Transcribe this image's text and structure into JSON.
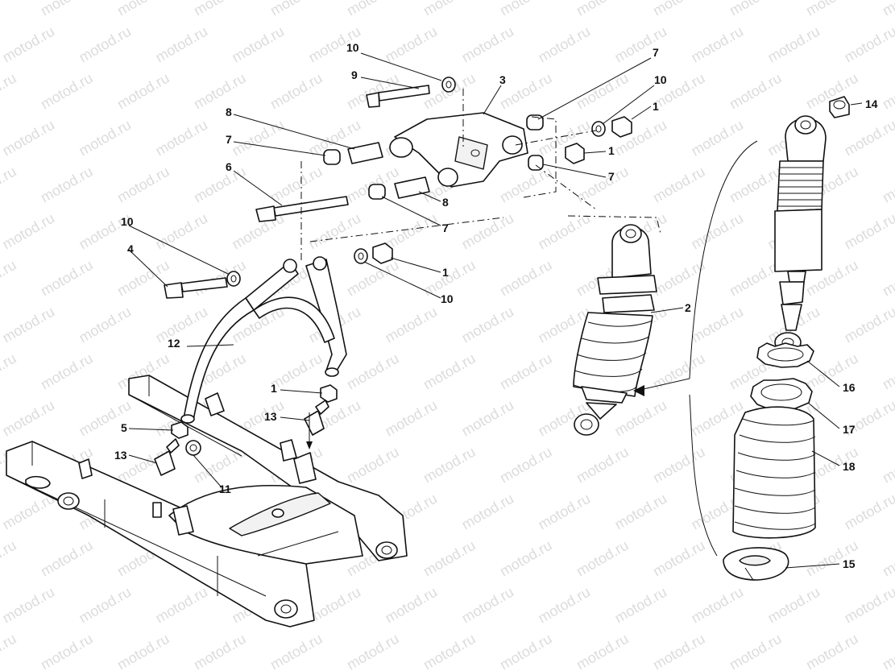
{
  "watermark": {
    "text": "motod.ru",
    "color": "#dcdcdc"
  },
  "callouts": [
    {
      "id": "c10a",
      "text": "10"
    },
    {
      "id": "c9",
      "text": "9"
    },
    {
      "id": "c3",
      "text": "3"
    },
    {
      "id": "c7a",
      "text": "7"
    },
    {
      "id": "c10b",
      "text": "10"
    },
    {
      "id": "c1a",
      "text": "1"
    },
    {
      "id": "c14",
      "text": "14"
    },
    {
      "id": "c8a",
      "text": "8"
    },
    {
      "id": "c7b",
      "text": "7"
    },
    {
      "id": "c1b",
      "text": "1"
    },
    {
      "id": "c7c",
      "text": "7"
    },
    {
      "id": "c6",
      "text": "6"
    },
    {
      "id": "c8b",
      "text": "8"
    },
    {
      "id": "c7d",
      "text": "7"
    },
    {
      "id": "c10c",
      "text": "10"
    },
    {
      "id": "c4",
      "text": "4"
    },
    {
      "id": "c1c",
      "text": "1"
    },
    {
      "id": "c10d",
      "text": "10"
    },
    {
      "id": "c2",
      "text": "2"
    },
    {
      "id": "c12",
      "text": "12"
    },
    {
      "id": "c1d",
      "text": "1"
    },
    {
      "id": "c13a",
      "text": "13"
    },
    {
      "id": "c5",
      "text": "5"
    },
    {
      "id": "c13b",
      "text": "13"
    },
    {
      "id": "c11",
      "text": "11"
    },
    {
      "id": "c16",
      "text": "16"
    },
    {
      "id": "c17",
      "text": "17"
    },
    {
      "id": "c18",
      "text": "18"
    },
    {
      "id": "c15",
      "text": "15"
    }
  ]
}
